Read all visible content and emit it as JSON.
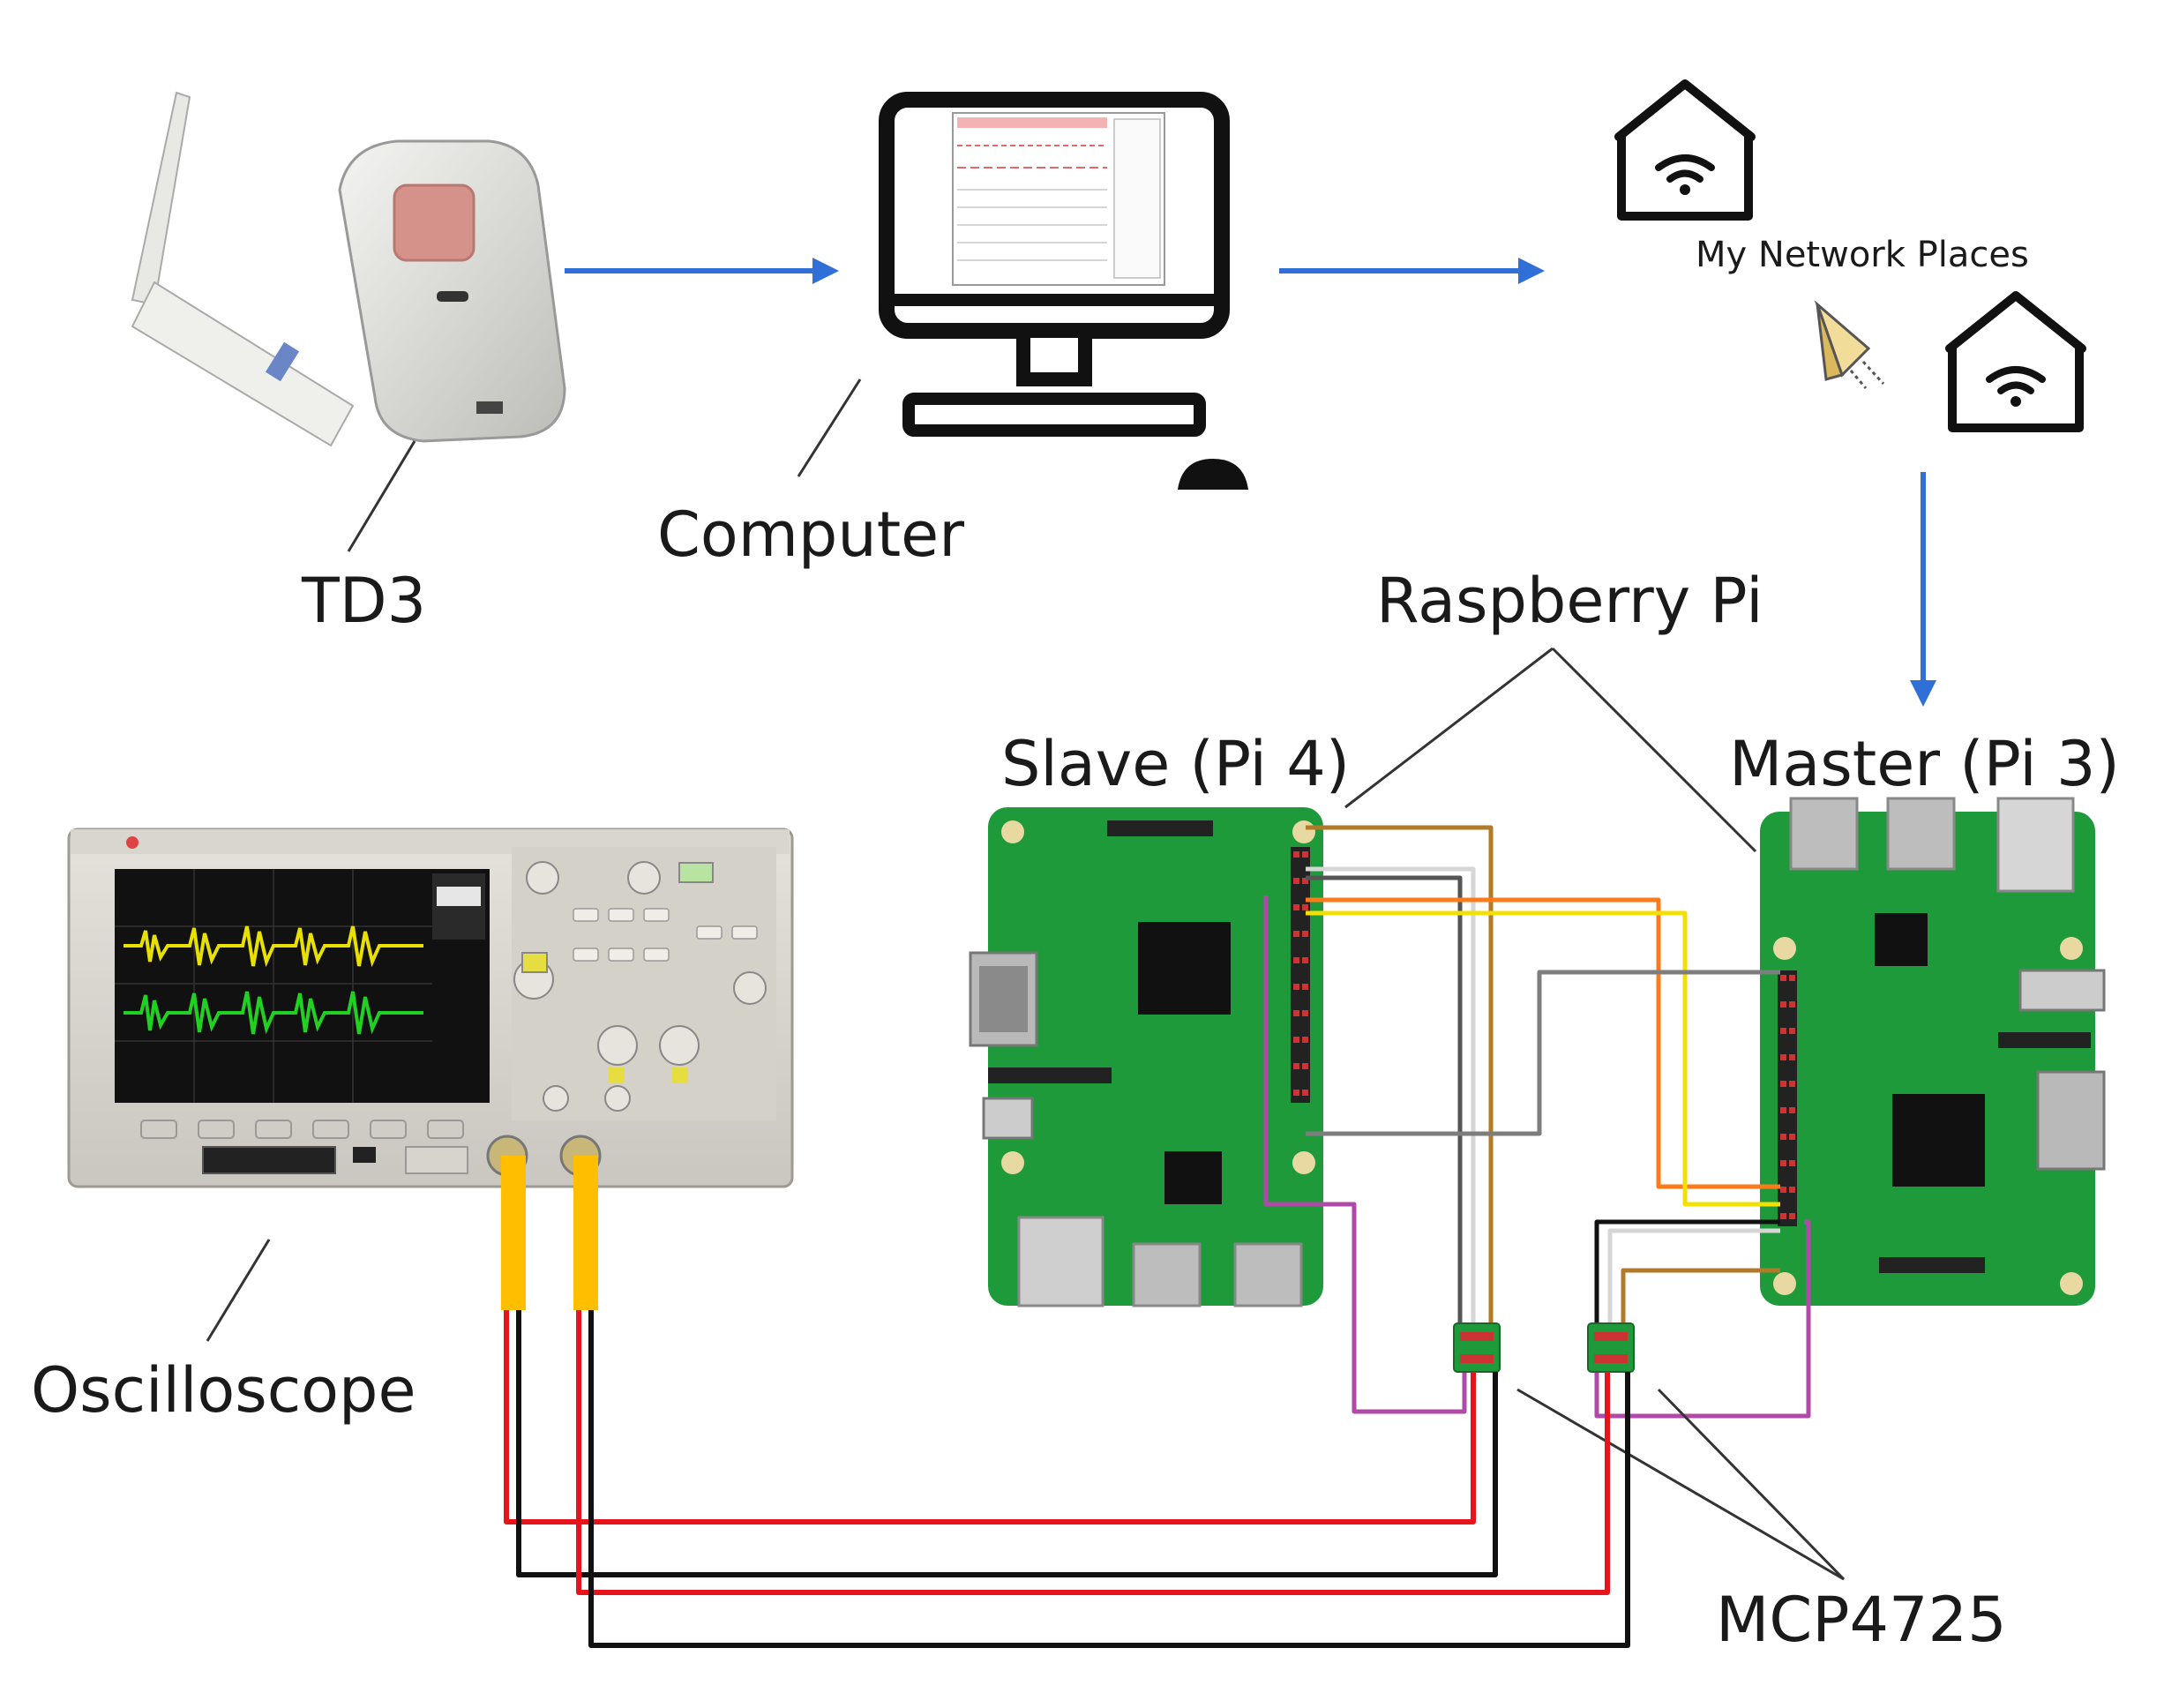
{
  "labels": {
    "td3": "TD3",
    "computer": "Computer",
    "network": "My Network Places",
    "raspberry": "Raspberry Pi",
    "slave": "Slave (Pi 4)",
    "master": "Master (Pi 3)",
    "oscilloscope": "Oscilloscope",
    "mcp": "MCP4725"
  },
  "colors": {
    "arrow": "#2f6fd6",
    "board": "#1f9a3a",
    "wire_red": "#e8141b",
    "wire_black": "#111111",
    "wire_yellow": "#f4e000",
    "wire_orange": "#ff7a1a",
    "wire_brown": "#b07a2a",
    "wire_gray": "#7d7d7d",
    "wire_purple": "#b04aa8",
    "probe": "#ffbf00",
    "trace_yellow": "#e8e000",
    "trace_green": "#21d121"
  },
  "icons": [
    "usb-dongle-icon",
    "sensor-icon",
    "desktop-computer-icon",
    "smart-home-icon",
    "paper-plane-icon",
    "oscilloscope-icon",
    "raspberry-pi-icon",
    "dac-module-icon"
  ]
}
